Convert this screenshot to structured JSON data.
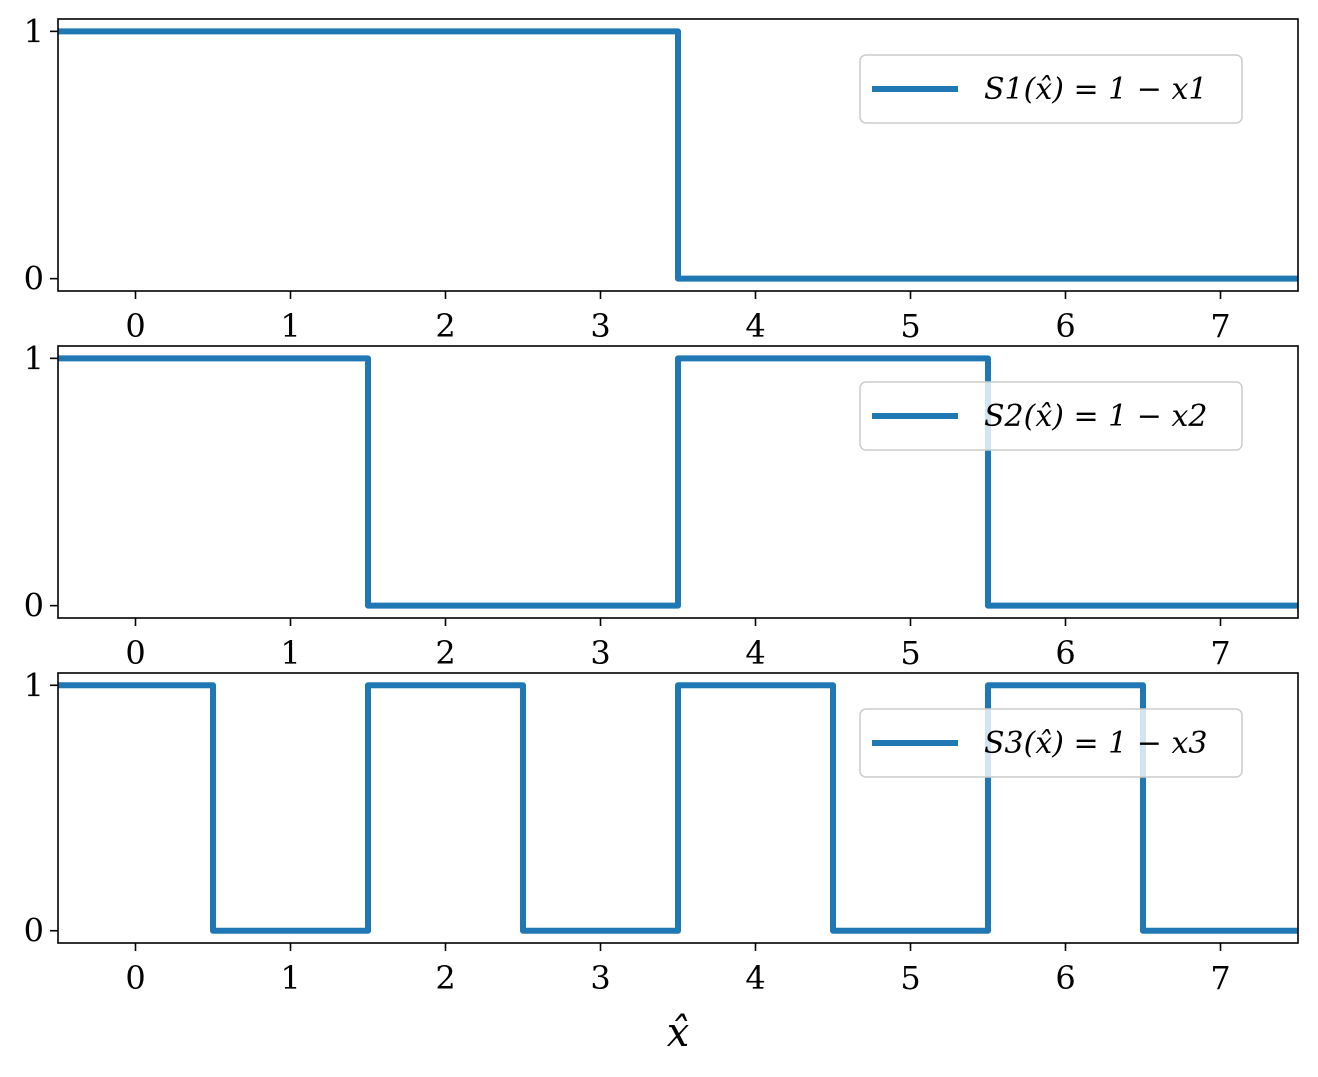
{
  "chart_data": [
    {
      "type": "line",
      "step": "mid",
      "x": [
        0,
        1,
        2,
        3,
        4,
        5,
        6,
        7
      ],
      "xlim": [
        -0.5,
        7.5
      ],
      "ylim": [
        -0.05,
        1.05
      ],
      "xticks": [
        "0",
        "1",
        "2",
        "3",
        "4",
        "5",
        "6",
        "7"
      ],
      "yticks": [
        "0",
        "1"
      ],
      "xlabel": "",
      "series": [
        {
          "name": "S1(x̂) = 1 − x1",
          "color": "#1f77b4",
          "values": [
            1,
            1,
            1,
            1,
            0,
            0,
            0,
            0
          ]
        }
      ],
      "legend": "top-right",
      "grid": false
    },
    {
      "type": "line",
      "step": "mid",
      "x": [
        0,
        1,
        2,
        3,
        4,
        5,
        6,
        7
      ],
      "xlim": [
        -0.5,
        7.5
      ],
      "ylim": [
        -0.05,
        1.05
      ],
      "xticks": [
        "0",
        "1",
        "2",
        "3",
        "4",
        "5",
        "6",
        "7"
      ],
      "yticks": [
        "0",
        "1"
      ],
      "xlabel": "",
      "series": [
        {
          "name": "S2(x̂) = 1 − x2",
          "color": "#1f77b4",
          "values": [
            1,
            1,
            0,
            0,
            1,
            1,
            0,
            0
          ]
        }
      ],
      "legend": "top-right",
      "grid": false
    },
    {
      "type": "line",
      "step": "mid",
      "x": [
        0,
        1,
        2,
        3,
        4,
        5,
        6,
        7
      ],
      "xlim": [
        -0.5,
        7.5
      ],
      "ylim": [
        -0.05,
        1.05
      ],
      "xticks": [
        "0",
        "1",
        "2",
        "3",
        "4",
        "5",
        "6",
        "7"
      ],
      "yticks": [
        "0",
        "1"
      ],
      "xlabel": "x̂",
      "series": [
        {
          "name": "S3(x̂) = 1 − x3",
          "color": "#1f77b4",
          "values": [
            1,
            0,
            1,
            0,
            1,
            0,
            1,
            0
          ]
        }
      ],
      "legend": "top-right",
      "grid": false
    }
  ]
}
